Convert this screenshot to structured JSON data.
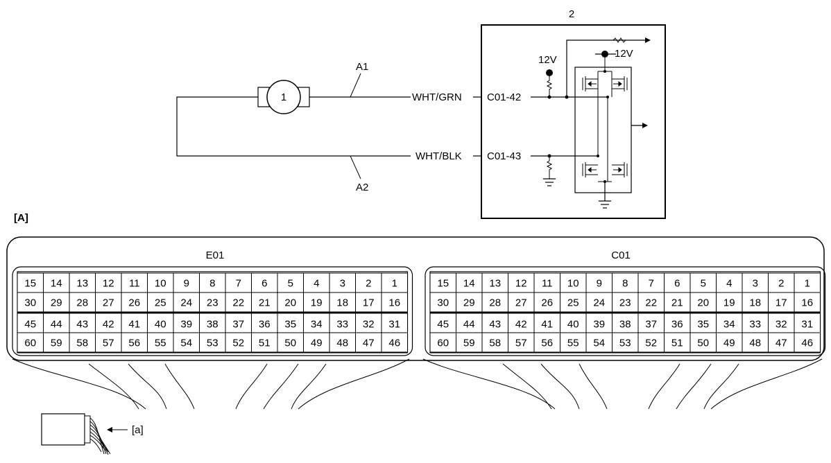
{
  "schematic": {
    "motor_label": "1",
    "ecu_label": "2",
    "wire_a1": "A1",
    "wire_a2": "A2",
    "wire_1_color": "WHT/GRN",
    "wire_2_color": "WHT/BLK",
    "pin_1": "C01-42",
    "pin_2": "C01-43",
    "supply_1": "12V",
    "supply_2": "12V"
  },
  "connector_view": {
    "section_label": "[A]",
    "harness_label": "[a]",
    "connectors": [
      {
        "name": "E01",
        "rows": [
          [
            "15",
            "14",
            "13",
            "12",
            "11",
            "10",
            "9",
            "8",
            "7",
            "6",
            "5",
            "4",
            "3",
            "2",
            "1"
          ],
          [
            "30",
            "29",
            "28",
            "27",
            "26",
            "25",
            "24",
            "23",
            "22",
            "21",
            "20",
            "19",
            "18",
            "17",
            "16"
          ],
          [
            "45",
            "44",
            "43",
            "42",
            "41",
            "40",
            "39",
            "38",
            "37",
            "36",
            "35",
            "34",
            "33",
            "32",
            "31"
          ],
          [
            "60",
            "59",
            "58",
            "57",
            "56",
            "55",
            "54",
            "53",
            "52",
            "51",
            "50",
            "49",
            "48",
            "47",
            "46"
          ]
        ]
      },
      {
        "name": "C01",
        "rows": [
          [
            "15",
            "14",
            "13",
            "12",
            "11",
            "10",
            "9",
            "8",
            "7",
            "6",
            "5",
            "4",
            "3",
            "2",
            "1"
          ],
          [
            "30",
            "29",
            "28",
            "27",
            "26",
            "25",
            "24",
            "23",
            "22",
            "21",
            "20",
            "19",
            "18",
            "17",
            "16"
          ],
          [
            "45",
            "44",
            "43",
            "42",
            "41",
            "40",
            "39",
            "38",
            "37",
            "36",
            "35",
            "34",
            "33",
            "32",
            "31"
          ],
          [
            "60",
            "59",
            "58",
            "57",
            "56",
            "55",
            "54",
            "53",
            "52",
            "51",
            "50",
            "49",
            "48",
            "47",
            "46"
          ]
        ]
      }
    ]
  }
}
